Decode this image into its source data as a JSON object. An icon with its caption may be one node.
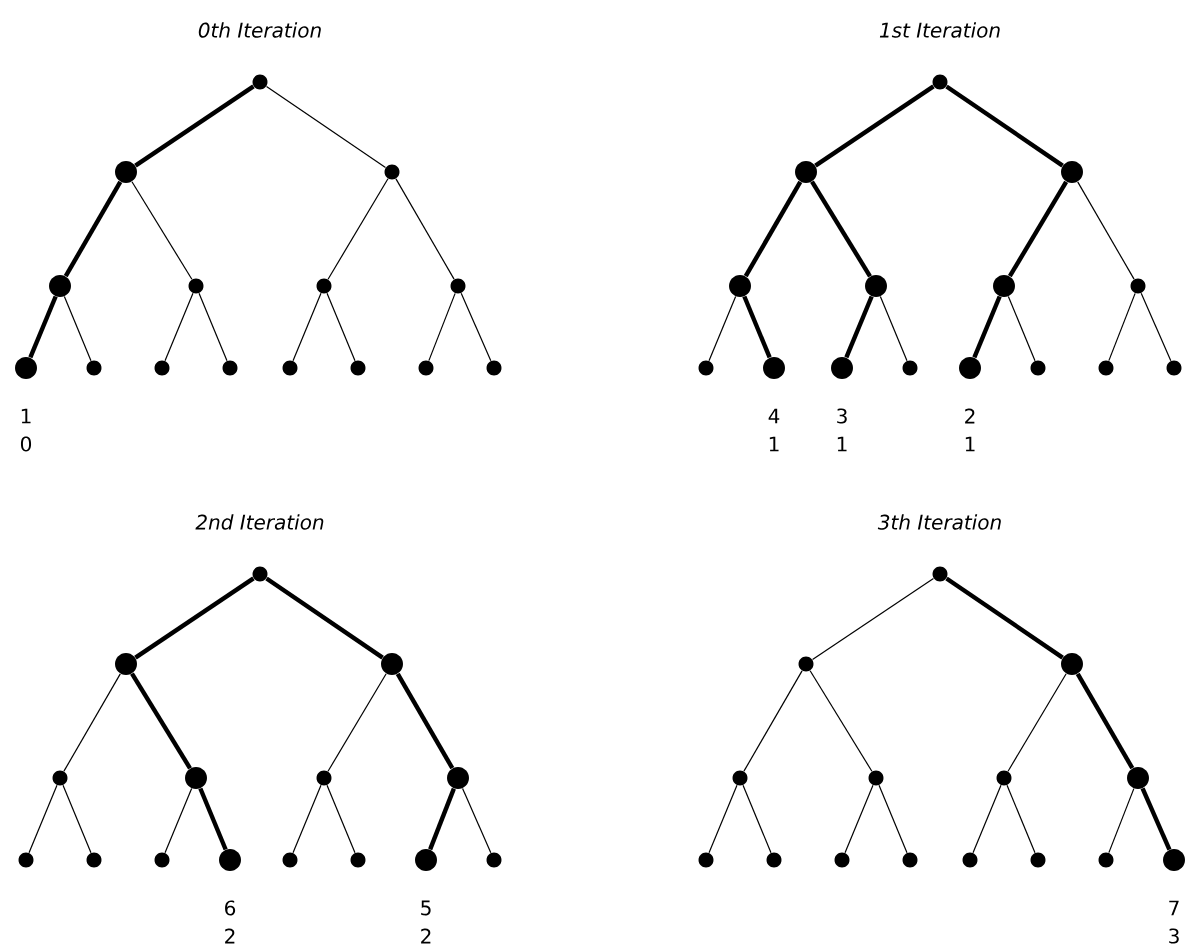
{
  "diagram": {
    "nodes": [
      {
        "text": [],
        "shape": "circle"
      },
      {
        "text": [],
        "shape": "circle"
      },
      {
        "text": [],
        "shape": "circle"
      },
      {
        "text": [],
        "shape": "circle"
      },
      {
        "text": [],
        "shape": "circle"
      },
      {
        "text": [],
        "shape": "circle"
      },
      {
        "text": [],
        "shape": "circle"
      },
      {
        "text": [],
        "shape": "circle",
        "beside": [
          "1",
          "0"
        ]
      },
      {
        "text": [],
        "shape": "circle"
      },
      {
        "text": [],
        "shape": "circle"
      },
      {
        "text": [],
        "shape": "circle"
      },
      {
        "text": [],
        "shape": "circle"
      },
      {
        "text": [],
        "shape": "circle"
      },
      {
        "text": [],
        "shape": "circle"
      },
      {
        "text": [],
        "shape": "circle"
      },
      {
        "text": [],
        "shape": "circle"
      },
      {
        "text": [],
        "shape": "circle"
      },
      {
        "text": [],
        "shape": "circle"
      },
      {
        "text": [],
        "shape": "circle"
      },
      {
        "text": [],
        "shape": "circle"
      },
      {
        "text": [],
        "shape": "circle"
      },
      {
        "text": [],
        "shape": "circle"
      },
      {
        "text": [],
        "shape": "circle"
      },
      {
        "text": [],
        "shape": "circle",
        "beside": [
          "4",
          "1"
        ]
      },
      {
        "text": [],
        "shape": "circle",
        "beside": [
          "3",
          "1"
        ]
      },
      {
        "text": [],
        "shape": "circle"
      },
      {
        "text": [],
        "shape": "circle",
        "beside": [
          "2",
          "1"
        ]
      },
      {
        "text": [],
        "shape": "circle"
      },
      {
        "text": [],
        "shape": "circle"
      },
      {
        "text": [],
        "shape": "circle"
      },
      {
        "text": [],
        "shape": "circle"
      },
      {
        "text": [],
        "shape": "circle"
      },
      {
        "text": [],
        "shape": "circle"
      },
      {
        "text": [],
        "shape": "circle"
      },
      {
        "text": [],
        "shape": "circle"
      },
      {
        "text": [],
        "shape": "circle"
      },
      {
        "text": [],
        "shape": "circle"
      },
      {
        "text": [],
        "shape": "circle"
      },
      {
        "text": [],
        "shape": "circle"
      },
      {
        "text": [],
        "shape": "circle"
      },
      {
        "text": [],
        "shape": "circle",
        "beside": [
          "6",
          "2"
        ]
      },
      {
        "text": [],
        "shape": "circle"
      },
      {
        "text": [],
        "shape": "circle"
      },
      {
        "text": [],
        "shape": "circle",
        "beside": [
          "5",
          "2"
        ]
      },
      {
        "text": [],
        "shape": "circle"
      },
      {
        "text": [],
        "shape": "circle"
      },
      {
        "text": [],
        "shape": "circle"
      },
      {
        "text": [],
        "shape": "circle"
      },
      {
        "text": [],
        "shape": "circle"
      },
      {
        "text": [],
        "shape": "circle"
      },
      {
        "text": [],
        "shape": "circle"
      },
      {
        "text": [],
        "shape": "circle"
      },
      {
        "text": [],
        "shape": "circle"
      },
      {
        "text": [],
        "shape": "circle"
      },
      {
        "text": [],
        "shape": "circle"
      },
      {
        "text": [],
        "shape": "circle"
      },
      {
        "text": [],
        "shape": "circle"
      },
      {
        "text": [],
        "shape": "circle"
      },
      {
        "text": [],
        "shape": "circle"
      },
      {
        "text": [],
        "shape": "circle",
        "beside": [
          "7",
          "3"
        ]
      }
    ],
    "edges": [
      {
        "from": 0,
        "to": 1,
        "arrow": "none",
        "style": "thick"
      },
      {
        "from": 0,
        "to": 2,
        "arrow": "none"
      },
      {
        "from": 1,
        "to": 3,
        "arrow": "none",
        "style": "thick"
      },
      {
        "from": 1,
        "to": 4,
        "arrow": "none"
      },
      {
        "from": 2,
        "to": 5,
        "arrow": "none"
      },
      {
        "from": 2,
        "to": 6,
        "arrow": "none"
      },
      {
        "from": 3,
        "to": 7,
        "arrow": "none",
        "style": "thick"
      },
      {
        "from": 3,
        "to": 8,
        "arrow": "none"
      },
      {
        "from": 4,
        "to": 9,
        "arrow": "none"
      },
      {
        "from": 4,
        "to": 10,
        "arrow": "none"
      },
      {
        "from": 5,
        "to": 11,
        "arrow": "none"
      },
      {
        "from": 5,
        "to": 12,
        "arrow": "none"
      },
      {
        "from": 6,
        "to": 13,
        "arrow": "none"
      },
      {
        "from": 6,
        "to": 14,
        "arrow": "none"
      },
      {
        "from": 15,
        "to": 16,
        "arrow": "none",
        "style": "thick"
      },
      {
        "from": 15,
        "to": 17,
        "arrow": "none",
        "style": "thick"
      },
      {
        "from": 16,
        "to": 18,
        "arrow": "none",
        "style": "thick"
      },
      {
        "from": 16,
        "to": 19,
        "arrow": "none",
        "style": "thick"
      },
      {
        "from": 17,
        "to": 20,
        "arrow": "none",
        "style": "thick"
      },
      {
        "from": 17,
        "to": 21,
        "arrow": "none"
      },
      {
        "from": 18,
        "to": 22,
        "arrow": "none"
      },
      {
        "from": 18,
        "to": 23,
        "arrow": "none",
        "style": "thick"
      },
      {
        "from": 19,
        "to": 24,
        "arrow": "none",
        "style": "thick"
      },
      {
        "from": 19,
        "to": 25,
        "arrow": "none"
      },
      {
        "from": 20,
        "to": 26,
        "arrow": "none",
        "style": "thick"
      },
      {
        "from": 20,
        "to": 27,
        "arrow": "none"
      },
      {
        "from": 21,
        "to": 28,
        "arrow": "none"
      },
      {
        "from": 21,
        "to": 29,
        "arrow": "none"
      },
      {
        "from": 30,
        "to": 31,
        "arrow": "none",
        "style": "thick"
      },
      {
        "from": 30,
        "to": 32,
        "arrow": "none",
        "style": "thick"
      },
      {
        "from": 31,
        "to": 33,
        "arrow": "none"
      },
      {
        "from": 31,
        "to": 34,
        "arrow": "none",
        "style": "thick"
      },
      {
        "from": 32,
        "to": 35,
        "arrow": "none"
      },
      {
        "from": 32,
        "to": 36,
        "arrow": "none",
        "style": "thick"
      },
      {
        "from": 33,
        "to": 37,
        "arrow": "none"
      },
      {
        "from": 33,
        "to": 38,
        "arrow": "none"
      },
      {
        "from": 34,
        "to": 39,
        "arrow": "none"
      },
      {
        "from": 34,
        "to": 40,
        "arrow": "none",
        "style": "thick"
      },
      {
        "from": 35,
        "to": 41,
        "arrow": "none"
      },
      {
        "from": 35,
        "to": 42,
        "arrow": "none"
      },
      {
        "from": 36,
        "to": 43,
        "arrow": "none",
        "style": "thick"
      },
      {
        "from": 36,
        "to": 44,
        "arrow": "none"
      },
      {
        "from": 45,
        "to": 46,
        "arrow": "none"
      },
      {
        "from": 45,
        "to": 47,
        "arrow": "none",
        "style": "thick"
      },
      {
        "from": 46,
        "to": 48,
        "arrow": "none"
      },
      {
        "from": 46,
        "to": 49,
        "arrow": "none"
      },
      {
        "from": 47,
        "to": 50,
        "arrow": "none"
      },
      {
        "from": 47,
        "to": 51,
        "arrow": "none",
        "style": "thick"
      },
      {
        "from": 48,
        "to": 52,
        "arrow": "none"
      },
      {
        "from": 48,
        "to": 53,
        "arrow": "none"
      },
      {
        "from": 49,
        "to": 54,
        "arrow": "none"
      },
      {
        "from": 49,
        "to": 55,
        "arrow": "none"
      },
      {
        "from": 50,
        "to": 56,
        "arrow": "none"
      },
      {
        "from": 50,
        "to": 57,
        "arrow": "none"
      },
      {
        "from": 51,
        "to": 58,
        "arrow": "none"
      },
      {
        "from": 51,
        "to": 59,
        "arrow": "none",
        "style": "thick"
      }
    ],
    "labels": [
      "0th Iteration",
      "1st Iteration",
      "2nd Iteration",
      "3th Iteration"
    ]
  }
}
